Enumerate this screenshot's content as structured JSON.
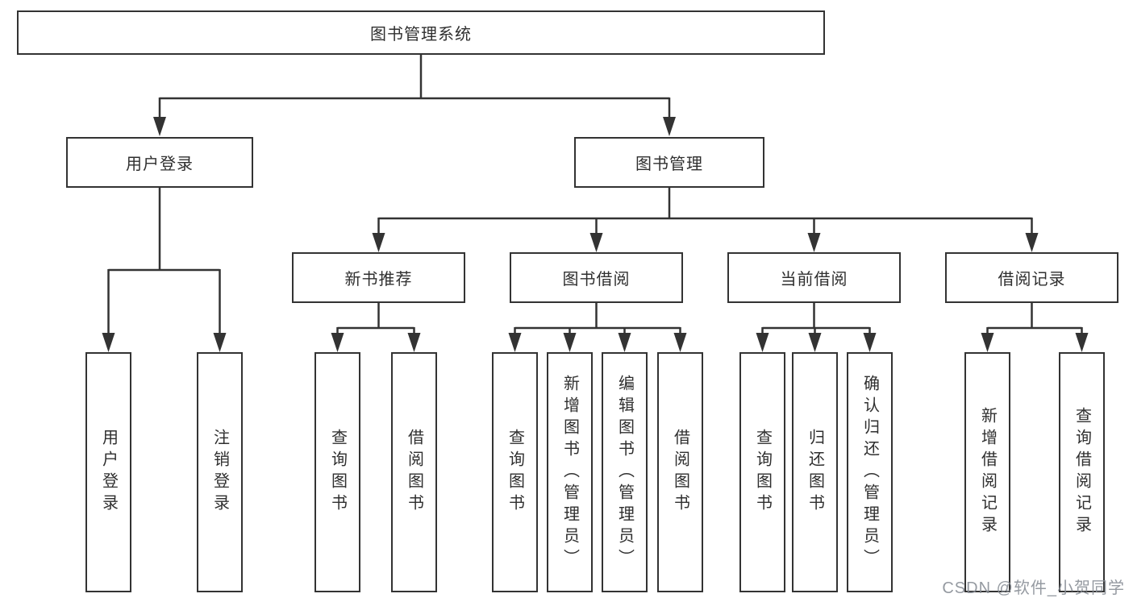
{
  "colors": {
    "line": "#333333",
    "box_border": "#333333",
    "text": "#2f2f2f",
    "background": "#ffffff",
    "watermark": "#868c94"
  },
  "diagram": {
    "root": {
      "label": "图书管理系统"
    },
    "level2": [
      {
        "label": "用户登录"
      },
      {
        "label": "图书管理"
      }
    ],
    "level3": [
      {
        "label": "新书推荐"
      },
      {
        "label": "图书借阅"
      },
      {
        "label": "当前借阅"
      },
      {
        "label": "借阅记录"
      }
    ],
    "leaves": {
      "user_login": [
        {
          "label": "用户登录"
        },
        {
          "label": "注销登录"
        }
      ],
      "new_book": [
        {
          "label": "查询图书"
        },
        {
          "label": "借阅图书"
        }
      ],
      "book_borrow": [
        {
          "label": "查询图书"
        },
        {
          "label": "新增图书（管理员）"
        },
        {
          "label": "编辑图书（管理员）"
        },
        {
          "label": "借阅图书"
        }
      ],
      "current_borrow": [
        {
          "label": "查询图书"
        },
        {
          "label": "归还图书"
        },
        {
          "label": "确认归还（管理员）"
        }
      ],
      "borrow_record": [
        {
          "label": "新增借阅记录"
        },
        {
          "label": "查询借阅记录"
        }
      ]
    }
  },
  "watermark": {
    "text": "CSDN @软件_小贺同学"
  }
}
